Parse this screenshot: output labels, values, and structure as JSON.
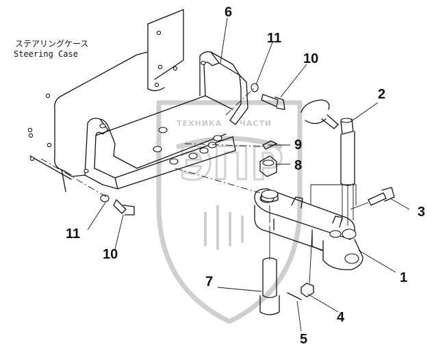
{
  "caption": {
    "japanese": "ステアリングケース",
    "english": "Steering Case"
  },
  "watermark": {
    "left_word": "ТЕХНИКА",
    "right_word": "ЧАСТИ",
    "logo_letters": "ЭПР"
  },
  "callouts": {
    "c1": "1",
    "c2": "2",
    "c3": "3",
    "c4": "4",
    "c5": "5",
    "c6": "6",
    "c7": "7",
    "c8": "8",
    "c9": "9",
    "c10_top": "10",
    "c10_bottom": "10",
    "c11_top": "11",
    "c11_bottom": "11"
  }
}
